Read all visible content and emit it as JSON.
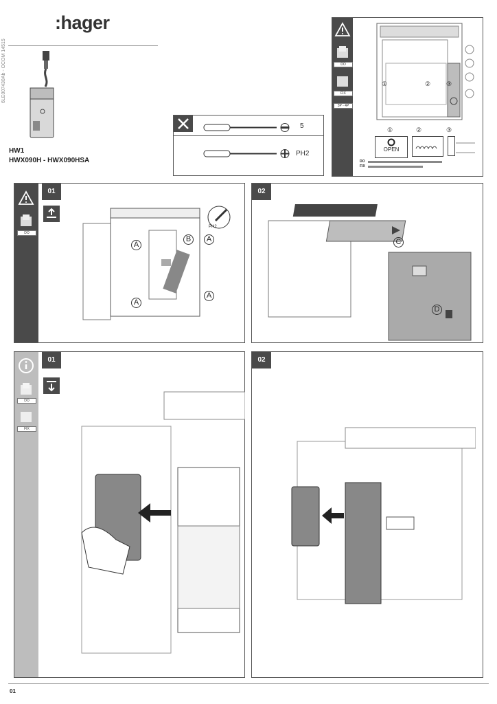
{
  "brand": {
    "logo": ":hager"
  },
  "document": {
    "reference": "6LE007430Ab - OCOM 14515",
    "product_code": "HW1",
    "product_models": "HWX090H - HWX090HSA",
    "page_number": "01"
  },
  "tools": {
    "flat_screwdriver_size": "5",
    "phillips_screwdriver_size": "PH2"
  },
  "warning_panel": {
    "tags": [
      "DO",
      "FIX",
      "3P - 4P"
    ],
    "step_markers": [
      "①",
      "②",
      "③"
    ],
    "open_label": "OPEN",
    "legend": [
      "DO",
      "FIX"
    ]
  },
  "steps": [
    {
      "number": "01",
      "tags": [
        "DO"
      ],
      "callouts": [
        "A",
        "B",
        "A",
        "A",
        "A"
      ],
      "tool_label": "PH2"
    },
    {
      "number": "02",
      "callouts": [
        "C",
        "D"
      ]
    },
    {
      "number": "01",
      "tags": [
        "DO",
        "FIX"
      ]
    },
    {
      "number": "02"
    }
  ],
  "colors": {
    "dark": "#4a4a4a",
    "light": "#bdbdbd"
  }
}
